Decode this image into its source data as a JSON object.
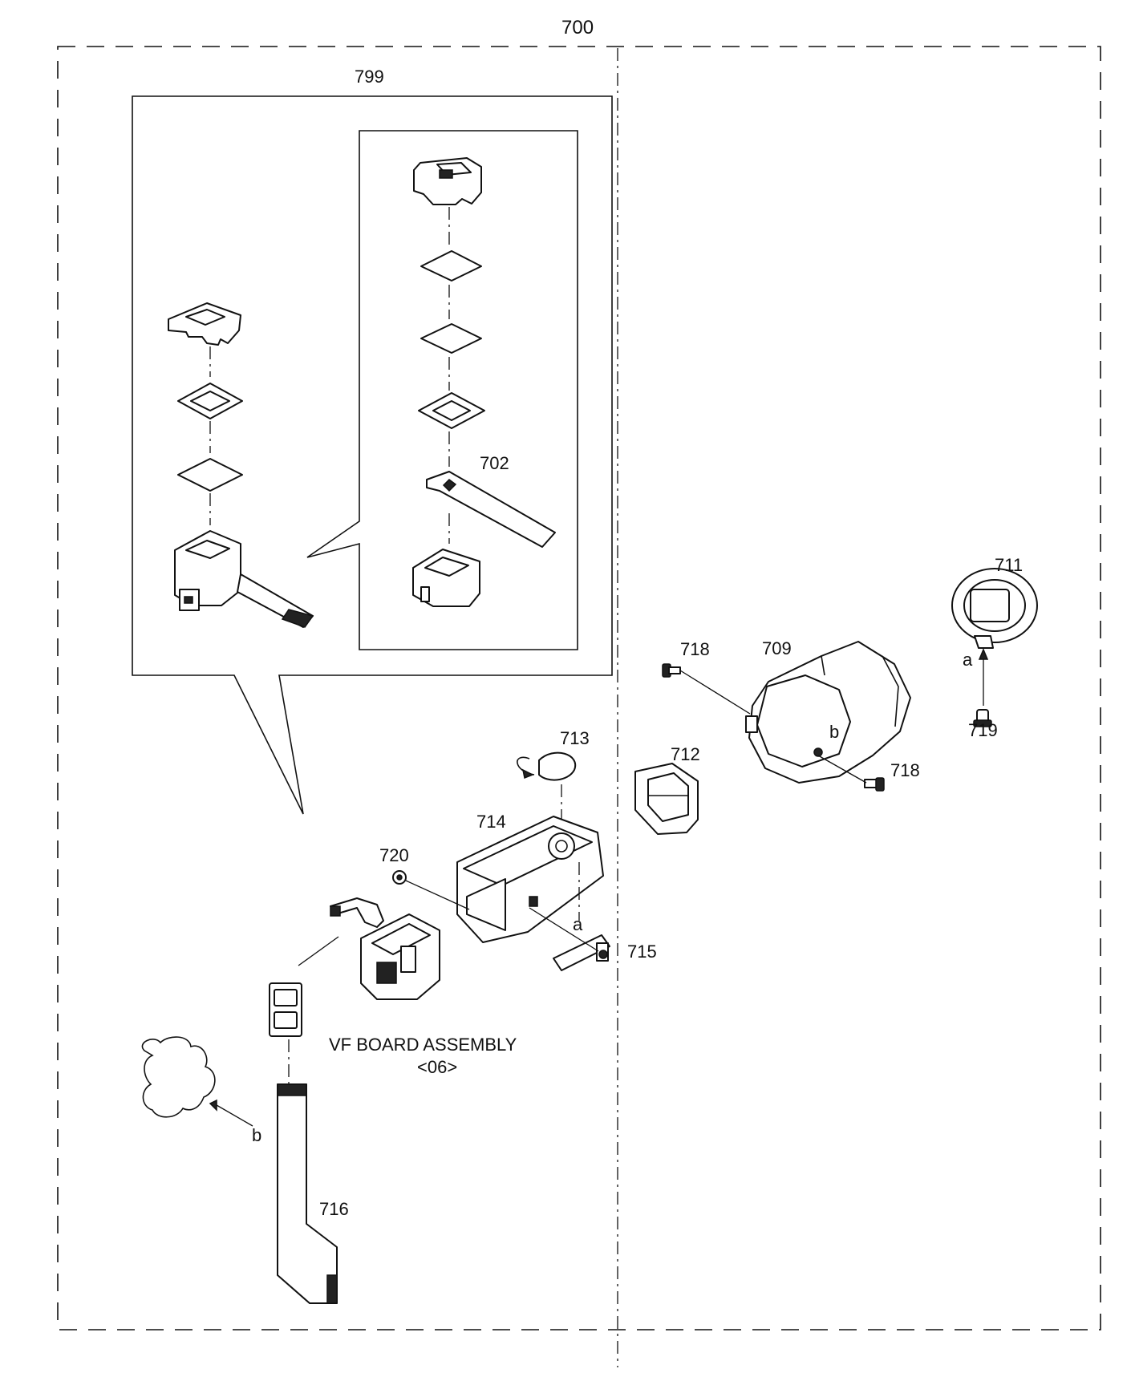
{
  "diagram": {
    "assembly_label": "700",
    "sub_assembly_label": "799",
    "parts": {
      "p702": "702",
      "p709": "709",
      "p711": "711",
      "p712": "712",
      "p713": "713",
      "p714": "714",
      "p715": "715",
      "p716": "716",
      "p718a": "718",
      "p718b": "718",
      "p719": "719",
      "p720": "720"
    },
    "refs": {
      "a1": "a",
      "a2": "a",
      "b1": "b",
      "b2": "b"
    },
    "board": {
      "title": "VF BOARD ASSEMBLY",
      "code": "<06>"
    }
  }
}
